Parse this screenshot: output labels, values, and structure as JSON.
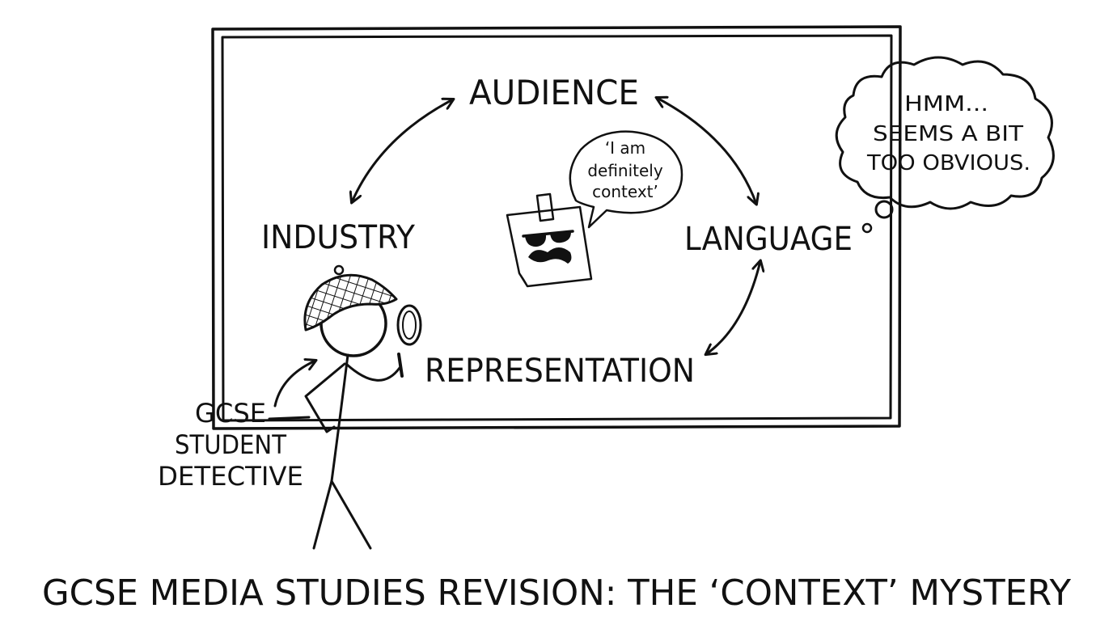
{
  "board": {
    "audience": "AUDIENCE",
    "industry": "INDUSTRY",
    "language": "LANGUAGE",
    "representation": "REPRESENTATION"
  },
  "note_speech": [
    "‘I am",
    "definitely",
    "context’"
  ],
  "thought": [
    "HMM...",
    "SEEMS A BIT",
    "TOO OBVIOUS."
  ],
  "student_label": [
    "GCSE",
    "STUDENT",
    "DETECTIVE"
  ],
  "caption": "GCSE MEDIA STUDIES REVISION: THE ‘CONTEXT’ MYSTERY"
}
